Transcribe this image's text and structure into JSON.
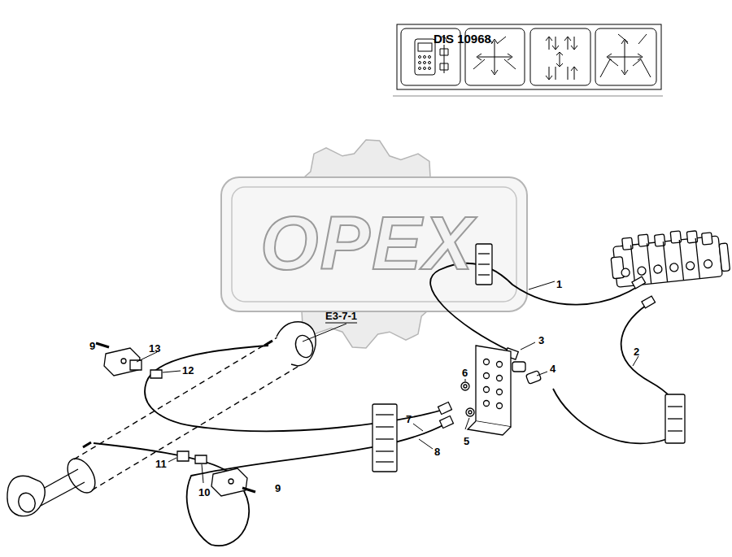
{
  "diagram": {
    "labels": [
      "DIS 10968",
      "OPEX",
      "E3-7-1",
      "1",
      "2",
      "3",
      "4",
      "5",
      "6",
      "7",
      "8",
      "9",
      "13",
      "12",
      "11",
      "10",
      "9"
    ]
  }
}
